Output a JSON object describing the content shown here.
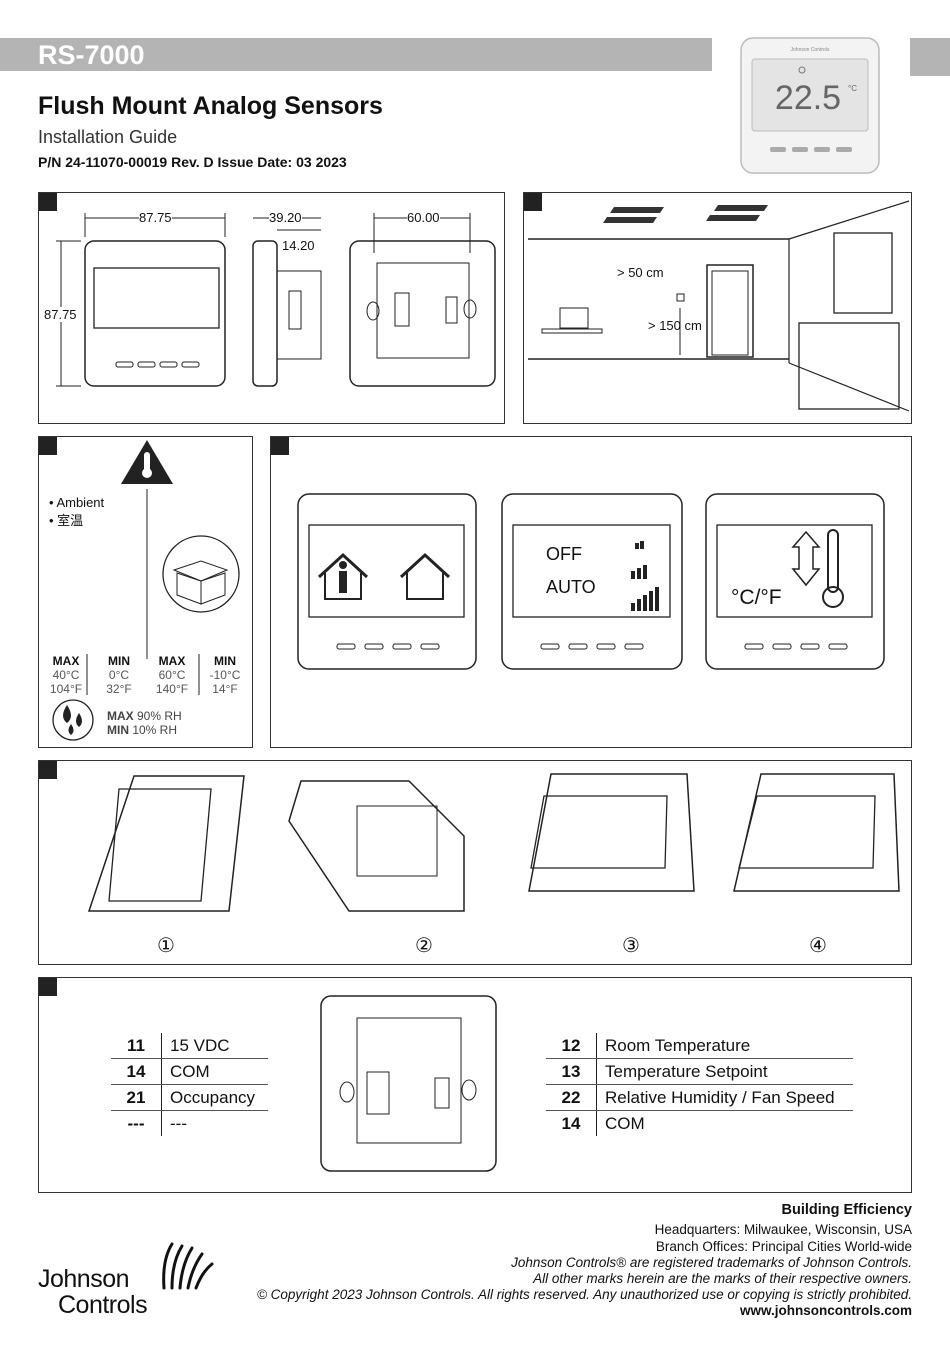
{
  "header": {
    "model": "RS-7000",
    "title": "Flush Mount Analog Sensors",
    "subtitle": "Installation Guide",
    "part_number": "P/N 24-11070-00019 Rev. D Issue Date: 03 2023"
  },
  "device_display": {
    "brand": "Johnson Controls",
    "temperature": "22.5",
    "unit": "°C"
  },
  "dimensions": {
    "width": "87.75",
    "height": "87.75",
    "depth": "39.20",
    "depth_inner": "14.20",
    "hole_spacing": "60.00"
  },
  "placement": {
    "door_distance": "> 50 cm",
    "floor_height": "> 150 cm"
  },
  "environment": {
    "label_en": "• Ambient",
    "label_cn": "• 室温",
    "columns": [
      {
        "head": "MAX",
        "c": "40°C",
        "f": "104°F"
      },
      {
        "head": "MIN",
        "c": "0°C",
        "f": "32°F"
      },
      {
        "head": "MAX",
        "c": "60°C",
        "f": "140°F"
      },
      {
        "head": "MIN",
        "c": "-10°C",
        "f": "14°F"
      }
    ],
    "humidity_max_label": "MAX",
    "humidity_max_value": " 90% RH",
    "humidity_min_label": "MIN",
    "humidity_min_value": " 10% RH"
  },
  "operation": {
    "fan_off": "OFF",
    "fan_auto": "AUTO",
    "unit_toggle": "°C/°F"
  },
  "steps": [
    "①",
    "②",
    "③",
    "④"
  ],
  "wiring_left": [
    {
      "terminal": "11",
      "function": "15 VDC"
    },
    {
      "terminal": "14",
      "function": "COM"
    },
    {
      "terminal": "21",
      "function": "Occupancy"
    },
    {
      "terminal": "---",
      "function": "---"
    }
  ],
  "wiring_right": [
    {
      "terminal": "12",
      "function": "Room Temperature"
    },
    {
      "terminal": "13",
      "function": "Temperature Setpoint"
    },
    {
      "terminal": "22",
      "function": "Relative Humidity / Fan Speed"
    },
    {
      "terminal": "14",
      "function": "COM"
    }
  ],
  "footer": {
    "division": "Building Efficiency",
    "headquarters": "Headquarters: Milwaukee, Wisconsin, USA",
    "branches": "Branch Offices: Principal Cities World-wide",
    "trademark1": "Johnson Controls® are registered trademarks of Johnson Controls.",
    "trademark2": "All other marks herein are the marks of their respective owners.",
    "copyright": "© Copyright 2023 Johnson Controls. All rights reserved. Any unauthorized use or copying is strictly prohibited.",
    "website": "www.johnsoncontrols.com",
    "logo_line1": "Johnson",
    "logo_line2": "Controls"
  }
}
